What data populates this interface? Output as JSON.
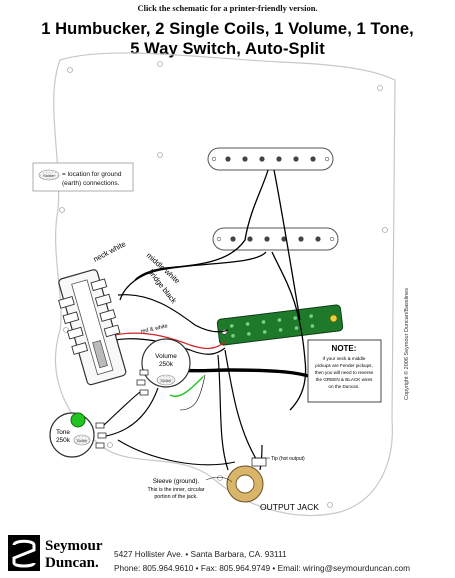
{
  "header": {
    "printer_link": "Click the schematic for a printer-friendly version.",
    "title_line1": "1 Humbucker, 2 Single Coils, 1 Volume, 1 Tone,",
    "title_line2": "5 Way Switch, Auto-Split"
  },
  "diagram": {
    "ground_legend_badge": "Solder",
    "ground_legend_line1": "= location for ground",
    "ground_legend_line2": "(earth) connections.",
    "label_neck_white": "neck white",
    "label_middle_white": "middle white",
    "label_bridge_black": "bridge black",
    "label_red_white": "red & white",
    "volume_label": "Volume",
    "volume_value": "250k",
    "tone_label": "Tone",
    "tone_value": "250k",
    "solder_badge": "Solder",
    "note_title": "NOTE:",
    "note_lines": [
      "If your neck & middle",
      "pickups are Fender pickups,",
      "then you will need to reverse",
      "the GREEN & BLACK wires",
      "on the Duncan."
    ],
    "tip_label": "Tip (hot output)",
    "sleeve_line1": "Sleeve (ground).",
    "sleeve_line2": "This is the inner, circular",
    "sleeve_line3": "portion of the jack.",
    "output_jack": "OUTPUT JACK"
  },
  "footer": {
    "brand_line1": "Seymour",
    "brand_line2": "Duncan.",
    "address": "5427 Hollister Ave. • Santa Barbara, CA. 93111",
    "contact": "Phone: 805.964.9610 • Fax: 805.964.9749 • Email: wiring@seymourduncan.com",
    "copyright": "Copyright © 2006 Seymour Duncan/Basslines"
  },
  "colors": {
    "humbucker": "#1e7a2a",
    "green_wire": "#22c422",
    "red_wire": "#d32020",
    "brass": "#d9b56a"
  }
}
